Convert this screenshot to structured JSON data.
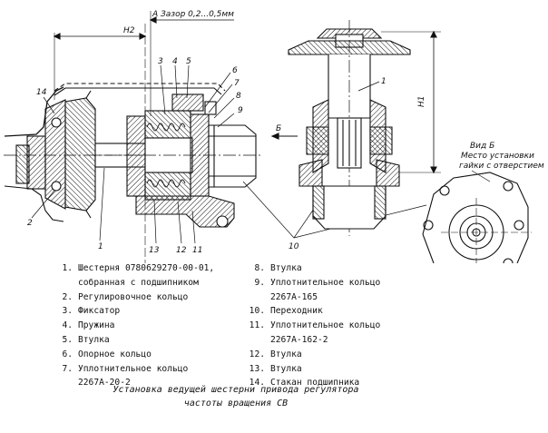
{
  "drawing": {
    "gap_label": "А Зазор 0,2...0,5мм",
    "dim_h2": "H2",
    "dim_h1": "H1",
    "arrow_b": "Б",
    "view_b_title": "Вид Б",
    "view_b_note_1": "Место установки",
    "view_b_note_2": "гайки с отверстием",
    "callouts": [
      "14",
      "3",
      "4",
      "5",
      "6",
      "7",
      "8",
      "9",
      "1",
      "2",
      "1",
      "13",
      "12",
      "11",
      "10"
    ]
  },
  "legend": {
    "left": [
      {
        "num": "1.",
        "lines": [
          "Шестерня 0780629270-00-01,",
          "собранная с подшипником"
        ]
      },
      {
        "num": "2.",
        "lines": [
          "Регулировочное кольцо"
        ]
      },
      {
        "num": "3.",
        "lines": [
          "Фиксатор"
        ]
      },
      {
        "num": "4.",
        "lines": [
          "Пружина"
        ]
      },
      {
        "num": "5.",
        "lines": [
          "Втулка"
        ]
      },
      {
        "num": "6.",
        "lines": [
          "Опорное кольцо"
        ]
      },
      {
        "num": "7.",
        "lines": [
          "Уплотнительное кольцо",
          "2267А-20-2"
        ]
      }
    ],
    "right": [
      {
        "num": "8.",
        "lines": [
          "Втулка"
        ]
      },
      {
        "num": "9.",
        "lines": [
          "Уплотнительное кольцо",
          "2267А-165"
        ]
      },
      {
        "num": "10.",
        "lines": [
          "Переходник"
        ]
      },
      {
        "num": "11.",
        "lines": [
          "Уплотнительное кольцо",
          "2267А-162-2"
        ]
      },
      {
        "num": "12.",
        "lines": [
          "Втулка"
        ]
      },
      {
        "num": "13.",
        "lines": [
          "Втулка"
        ]
      },
      {
        "num": "14.",
        "lines": [
          "Стакан подшипника"
        ]
      }
    ]
  },
  "caption": {
    "line1": "Установка ведущей шестерни привода регулятора",
    "line2": "частоты вращения СВ"
  }
}
